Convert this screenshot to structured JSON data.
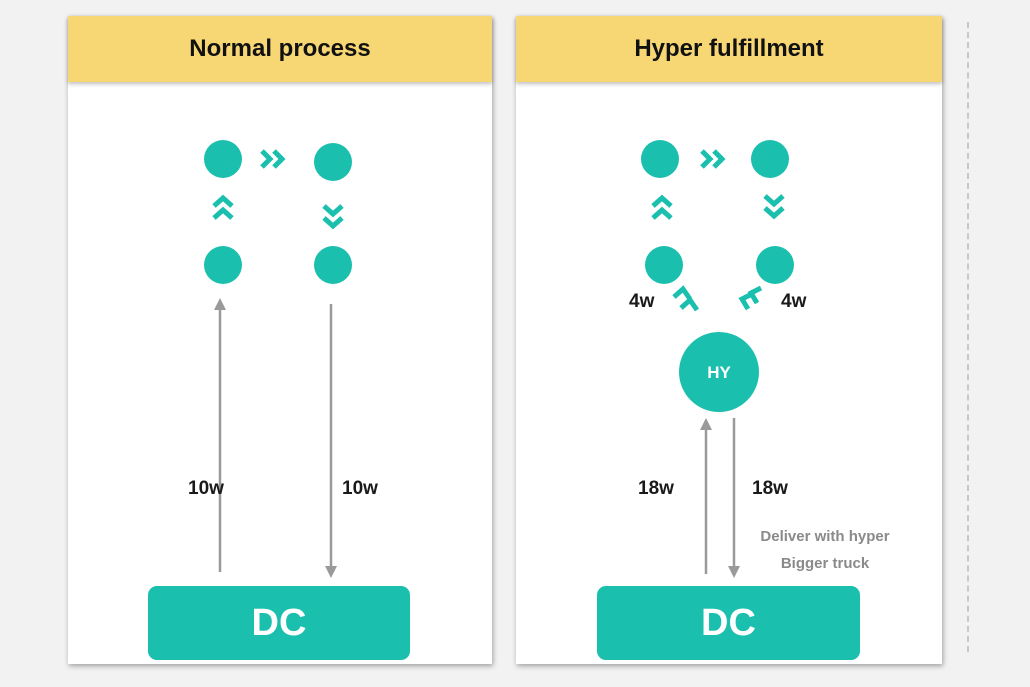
{
  "panels": {
    "normal": {
      "title": "Normal process",
      "edge_left_label": "10w",
      "edge_right_label": "10w",
      "dc_label": "DC"
    },
    "hyper": {
      "title": "Hyper fulfillment",
      "hub_label": "HY",
      "branch_left_label": "4w",
      "branch_right_label": "4w",
      "edge_left_label": "18w",
      "edge_right_label": "18w",
      "note_line1": "Deliver with hyper",
      "note_line2": "Bigger truck",
      "dc_label": "DC"
    }
  },
  "colors": {
    "accent": "#1bbfae",
    "header": "#f7d774",
    "edge": "#9a9a9a"
  }
}
